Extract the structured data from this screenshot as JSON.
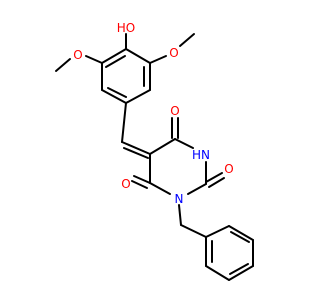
{
  "colors": {
    "bond": "#000000",
    "oxygen": "#ff0000",
    "nitrogen": "#0000ff",
    "background": "#ffffff"
  },
  "atom_labels": {
    "hydroxyl": "HO",
    "methoxy_left_o": "O",
    "methoxy_right_o": "O",
    "carbonyl_top_o": "O",
    "carbonyl_right_o": "O",
    "carbonyl_left_o": "O",
    "nh": "HN",
    "n_benzyl": "N"
  }
}
